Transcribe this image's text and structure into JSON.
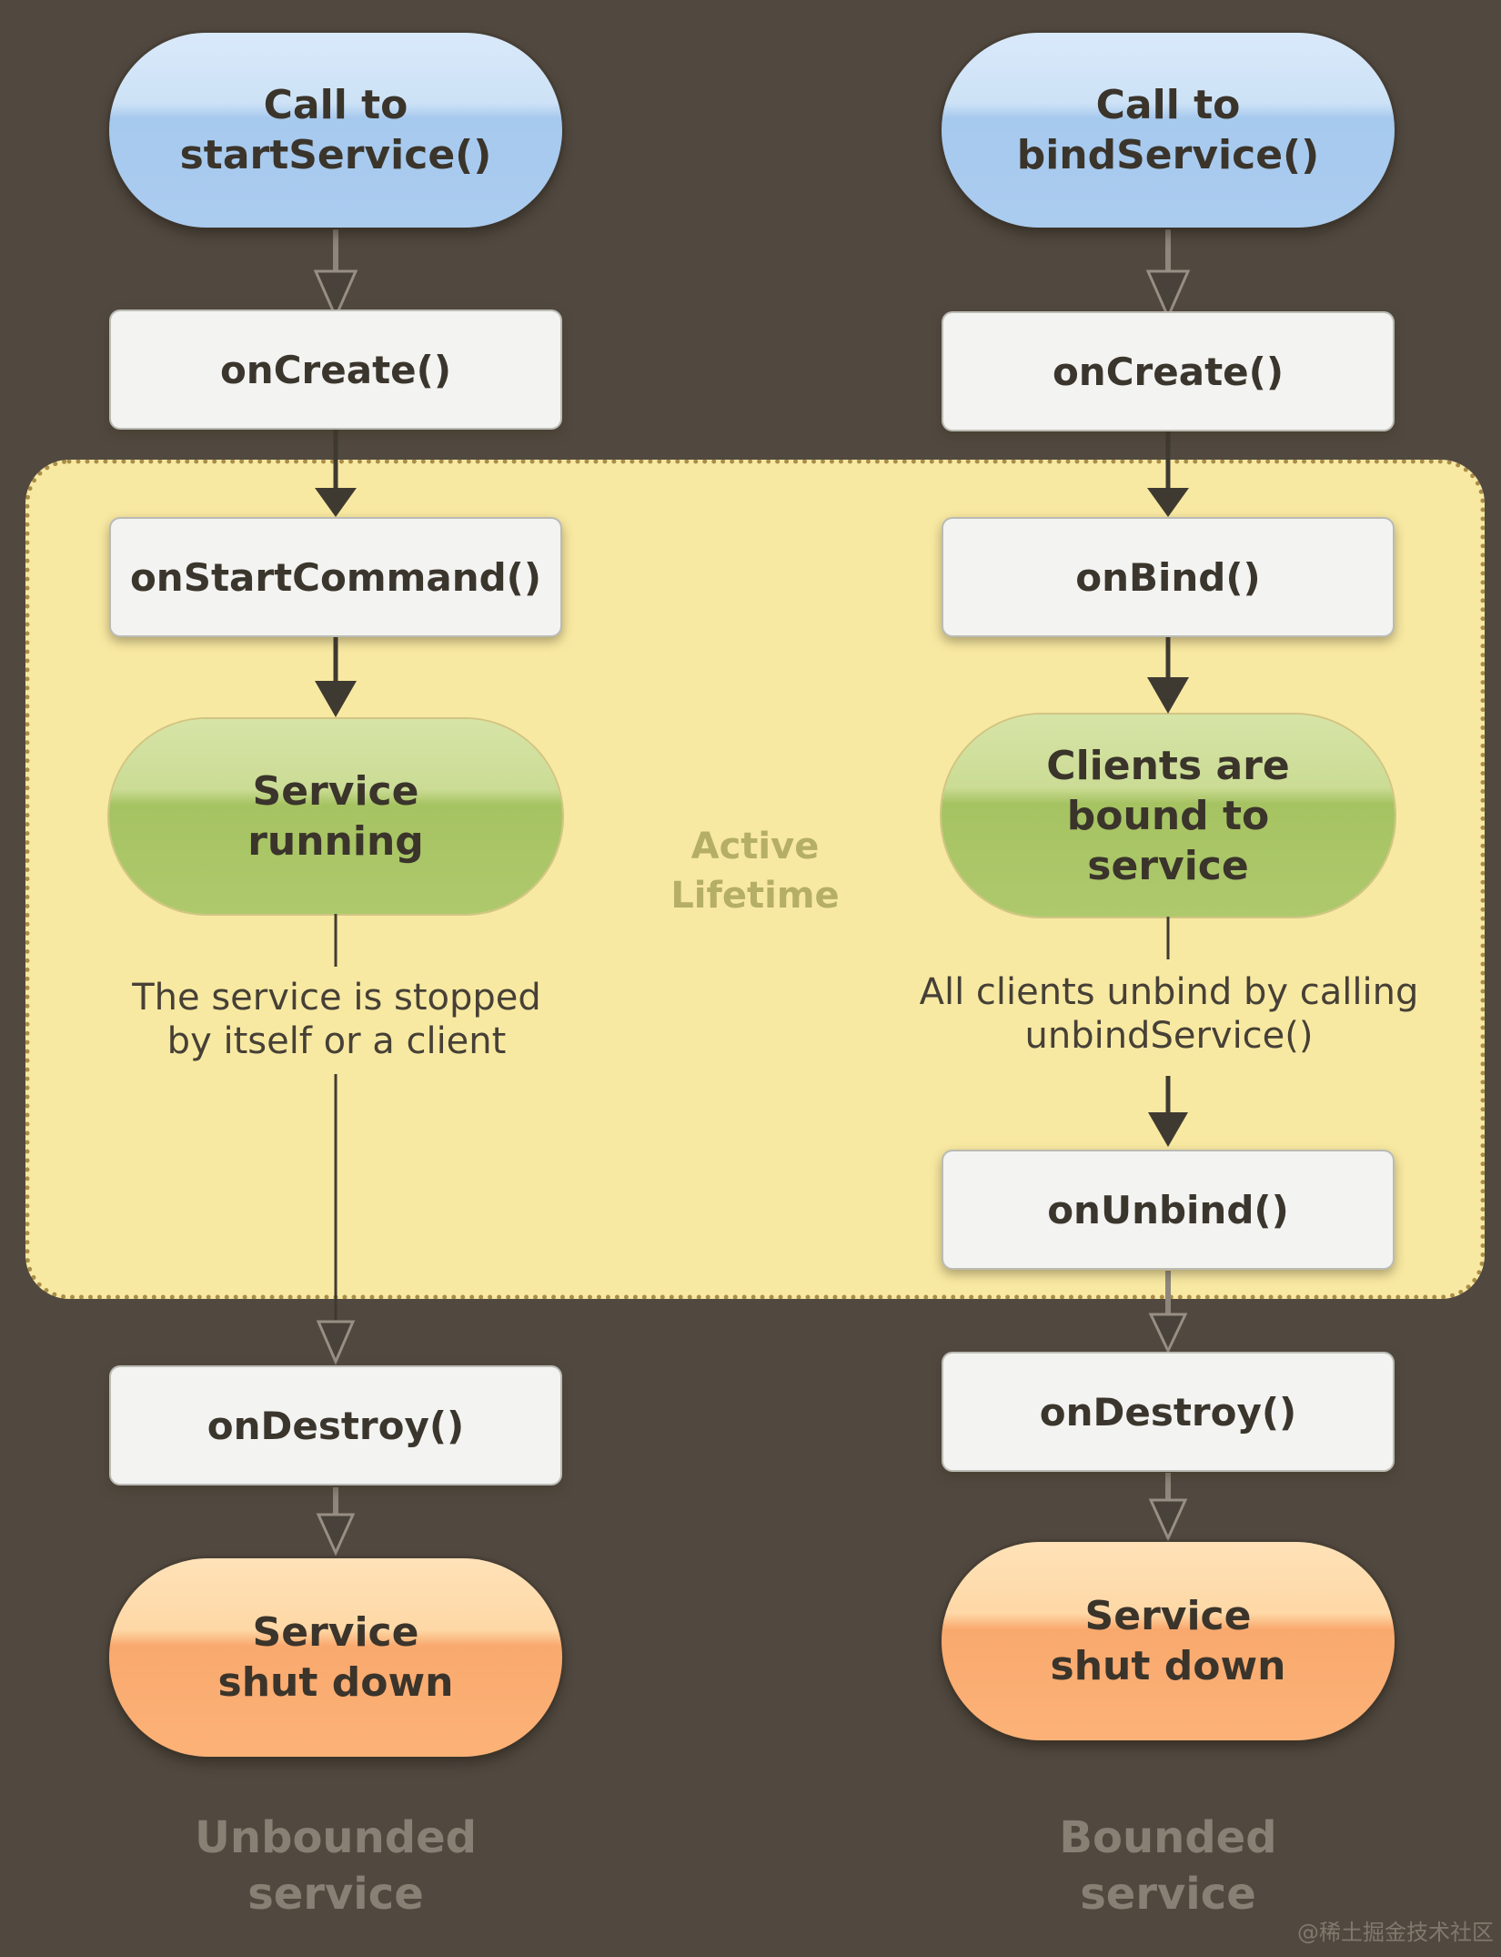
{
  "colors": {
    "background": "#514940",
    "panel_yellow": "#f8e9a2",
    "panel_dotted_border": "#a98d48",
    "pill_blue": "#abccef",
    "pill_green": "#aec96c",
    "pill_orange": "#fcb277",
    "box_white": "#f3f3f1",
    "text_dark": "#3b362d",
    "text_olive": "#b5ae66",
    "text_faded_caption": "#968e82"
  },
  "panel": {
    "label_line1": "Active",
    "label_line2": "Lifetime"
  },
  "left": {
    "entry": {
      "line1": "Call to",
      "line2": "startService()"
    },
    "on_create": "onCreate()",
    "on_start_command": "onStartCommand()",
    "running": {
      "line1": "Service",
      "line2": "running"
    },
    "note": {
      "line1": "The service is stopped",
      "line2": "by itself or a client"
    },
    "on_destroy": "onDestroy()",
    "shutdown": {
      "line1": "Service",
      "line2": "shut down"
    },
    "caption": {
      "line1": "Unbounded",
      "line2": "service"
    }
  },
  "right": {
    "entry": {
      "line1": "Call to",
      "line2": "bindService()"
    },
    "on_create": "onCreate()",
    "on_bind": "onBind()",
    "bound": {
      "line1": "Clients are",
      "line2": "bound to",
      "line3": "service"
    },
    "note": {
      "line1": "All clients unbind by calling",
      "line2": "unbindService()"
    },
    "on_unbind": "onUnbind()",
    "on_destroy": "onDestroy()",
    "shutdown": {
      "line1": "Service",
      "line2": "shut down"
    },
    "caption": {
      "line1": "Bounded",
      "line2": "service"
    }
  },
  "watermark": "@稀土掘金技术社区"
}
